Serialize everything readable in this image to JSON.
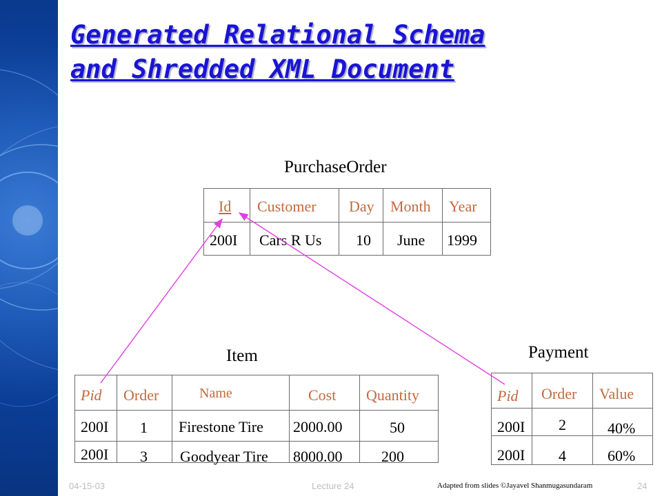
{
  "title": {
    "line1": "Generated Relational Schema",
    "line2": "and Shredded XML Document"
  },
  "purchase_order": {
    "name": "PurchaseOrder",
    "headers": [
      "Id",
      "Customer",
      "Day",
      "Month",
      "Year"
    ],
    "row": [
      "200I",
      "Cars R Us",
      "10",
      "June",
      "1999"
    ]
  },
  "item": {
    "name": "Item",
    "headers": [
      "Pid",
      "Order",
      "Name",
      "Cost",
      "Quantity"
    ],
    "rows": [
      [
        "200I",
        "1",
        "Firestone Tire",
        "2000.00",
        "50"
      ],
      [
        "200I",
        "3",
        "Goodyear Tire",
        "8000.00",
        "200"
      ]
    ]
  },
  "payment": {
    "name": "Payment",
    "headers": [
      "Pid",
      "Order",
      "Value"
    ],
    "rows": [
      [
        "200I",
        "2",
        "40%"
      ],
      [
        "200I",
        "4",
        "60%"
      ]
    ]
  },
  "footer": {
    "date": "04-15-03",
    "lecture": "Lecture 24",
    "credit": "Adapted from slides ©Jayavel Shanmugasundaram",
    "page": "24"
  },
  "colors": {
    "title": "#1a14d4",
    "header_text": "#c2693d",
    "arrow": "#e040e0",
    "sidebar": "#0b3e97"
  }
}
